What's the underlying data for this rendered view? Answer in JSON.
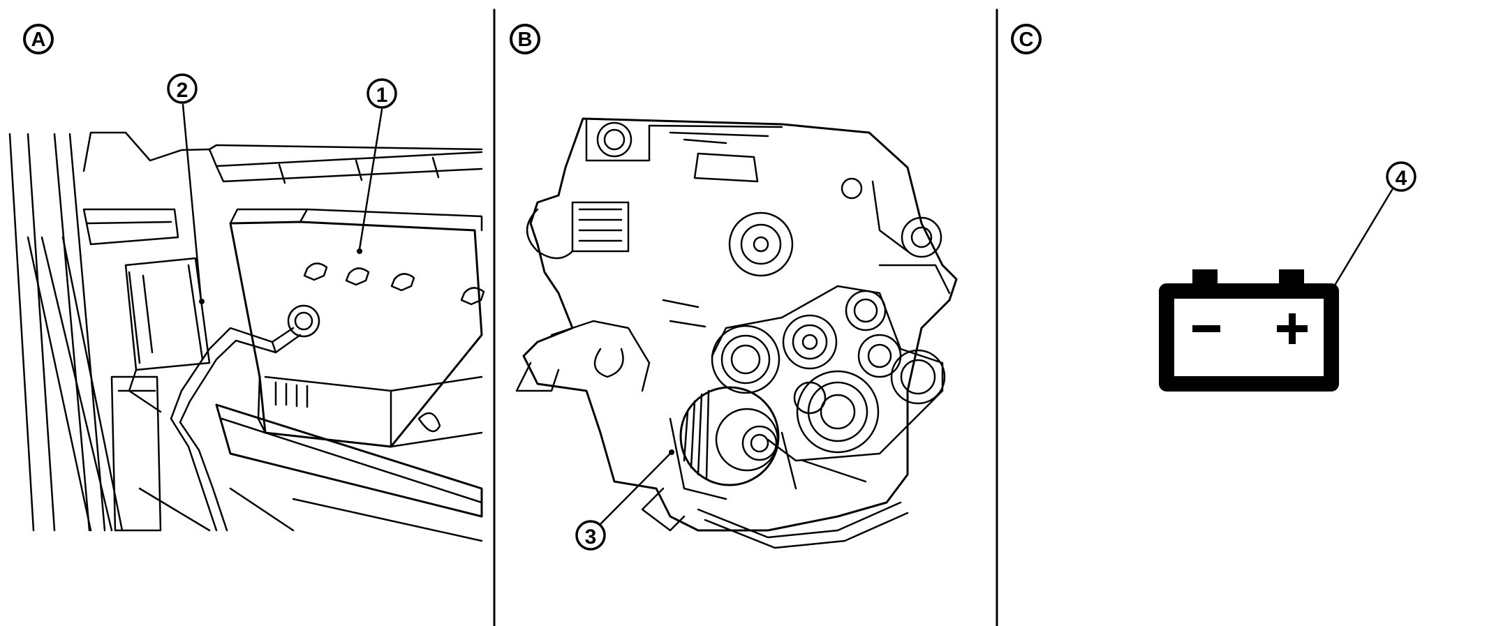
{
  "panels": [
    {
      "id": "A",
      "label": "A",
      "description_labels": [
        "1",
        "2"
      ]
    },
    {
      "id": "B",
      "label": "B",
      "description_labels": [
        "3"
      ]
    },
    {
      "id": "C",
      "label": "C",
      "description_labels": [
        "4"
      ]
    }
  ],
  "callouts": {
    "c1": "1",
    "c2": "2",
    "c3": "3",
    "c4": "4"
  },
  "battery_symbol": {
    "minus": "−",
    "plus": "+"
  },
  "colors": {
    "ink": "#000000",
    "background": "#ffffff"
  }
}
